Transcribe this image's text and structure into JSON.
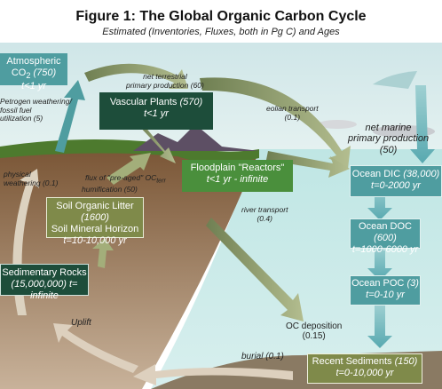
{
  "title": "Figure 1:  The Global Organic Carbon Cycle",
  "subtitle": "Estimated (Inventories, Fluxes, both in Pg C) and Ages",
  "boxes": {
    "atmospheric": {
      "name": "Atmospheric CO",
      "sub": "2",
      "value": "(750)",
      "age": "t<1 yr"
    },
    "vascular": {
      "name": "Vascular Plants",
      "value": "(570)",
      "age": "t<1 yr"
    },
    "floodplain": {
      "name": "Floodplain \"Reactors\"",
      "age": "t<1 yr - infinite"
    },
    "soil": {
      "name": "Soil Organic Litter",
      "value": "(1600)",
      "name2": "Soil Mineral Horizon",
      "age": "t=10-10,000 yr"
    },
    "sedimentary": {
      "name": "Sedimentary Rocks",
      "value": "(15,000,000)",
      "age": "t= infinite"
    },
    "dic": {
      "name": "Ocean DIC",
      "value": "(38,000)",
      "age": "t=0-2000 yr"
    },
    "doc": {
      "name": "Ocean DOC",
      "value": "(600)",
      "age": "t=1000-6000 yr"
    },
    "poc": {
      "name": "Ocean POC",
      "value": "(3)",
      "age": "t=0-10 yr"
    },
    "recent": {
      "name": "Recent Sediments",
      "value": "(150)",
      "age": "t=0-10,000 yr"
    }
  },
  "fluxes": {
    "npp_terrestrial": "net terrestrial\nprimary production (60)",
    "petrogen": "Petrogen weathering/\nfossil fuel\nutilization (5)",
    "eolian": "eolian transport\n(0.1)",
    "npp_marine": "net marine\nprimary production\n(50)",
    "physical": "physical\nweathering (0.1)",
    "preaged": "flux of \"pre-aged\" OC",
    "preaged_sub": "terr",
    "humification": "humification (50)",
    "river": "river transport\n(0.4)",
    "uplift": "Uplift",
    "oc_deposition": "OC deposition\n(0.15)",
    "burial": "burial (0.1)"
  },
  "colors": {
    "dark_green": "#1d4d3a",
    "teal": "#4f9da0",
    "light_green": "#4a8f3c",
    "olive_box": "#7f8a4a",
    "ocean": "#a8d8d8",
    "soil": "#6b4a2e"
  }
}
